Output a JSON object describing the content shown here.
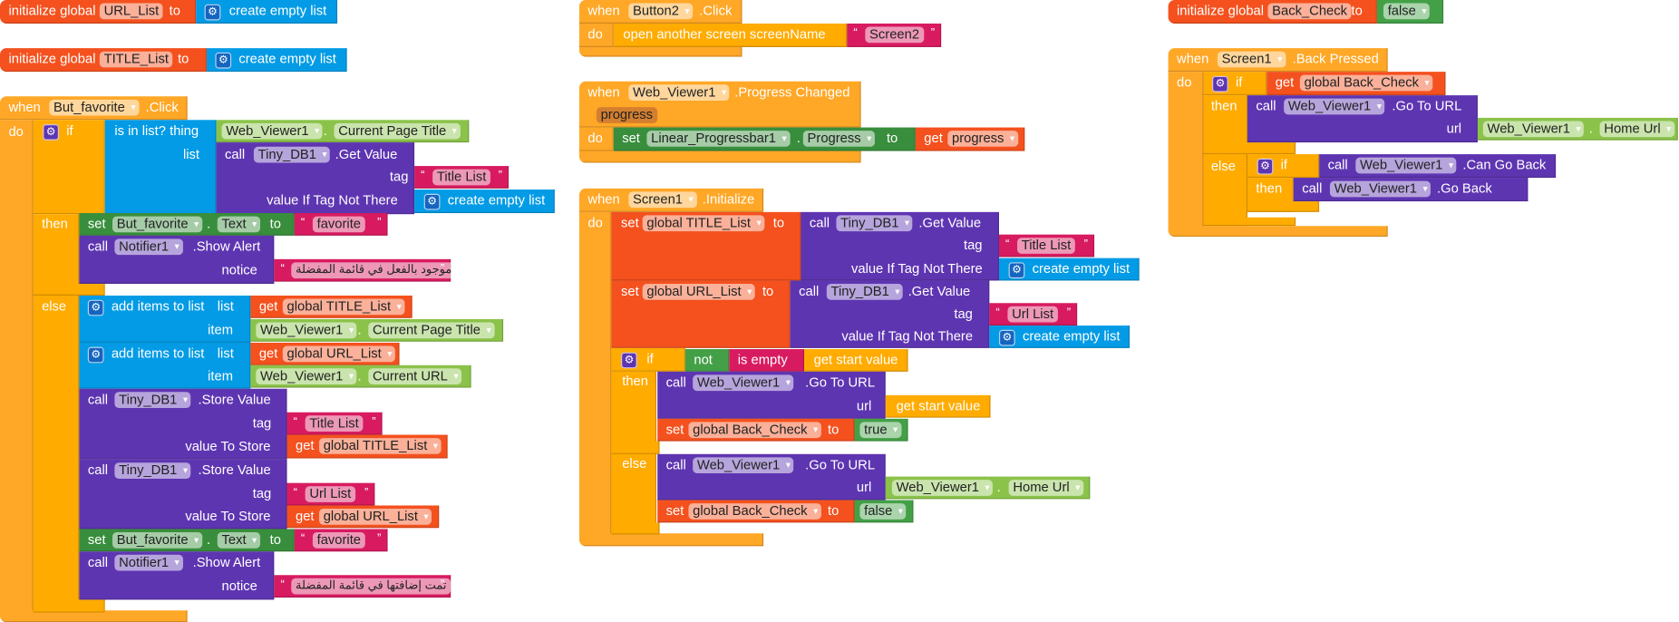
{
  "dot": ".",
  "init_url": {
    "label": "initialize global",
    "name": "URL_List",
    "to": "to",
    "value": "create empty list"
  },
  "init_title": {
    "label": "initialize global",
    "name": "TITLE_List",
    "to": "to",
    "value": "create empty list"
  },
  "init_back": {
    "label": "initialize global",
    "name": "Back_Check",
    "to": "to",
    "value": "false"
  },
  "fav": {
    "when": "when",
    "component": "But_favorite",
    "event": ".Click",
    "do": "do",
    "if": "if",
    "then": "then",
    "else": "else",
    "cond": {
      "label": "is in list? thing",
      "list": "list",
      "component": "Web_Viewer1",
      "property": "Current Page Title",
      "call": "call",
      "db": "Tiny_DB1",
      "method": ".Get Value",
      "tag": "tag",
      "tag_value": "Title List",
      "default_label": "value If Tag Not There",
      "default": "create empty list"
    },
    "set1": {
      "set": "set",
      "component": "But_favorite",
      "property": "Text",
      "to": "to",
      "value": "favorite"
    },
    "alert1": {
      "call": "call",
      "component": "Notifier1",
      "method": ".Show Alert",
      "notice": "notice",
      "message": "موجود بالفعل في قائمة المفضلة"
    },
    "add1": {
      "label": "add items to list",
      "list": "list",
      "item": "item",
      "get": "get",
      "var": "global TITLE_List",
      "component": "Web_Viewer1",
      "property": "Current Page Title"
    },
    "add2": {
      "label": "add items to list",
      "list": "list",
      "item": "item",
      "get": "get",
      "var": "global URL_List",
      "component": "Web_Viewer1",
      "property": "Current URL"
    },
    "store1": {
      "call": "call",
      "component": "Tiny_DB1",
      "method": ".Store Value",
      "tag": "tag",
      "tag_value": "Title List",
      "value_label": "value To Store",
      "get": "get",
      "var": "global TITLE_List"
    },
    "store2": {
      "call": "call",
      "component": "Tiny_DB1",
      "method": ".Store Value",
      "tag": "tag",
      "tag_value": "Url List",
      "value_label": "value To Store",
      "get": "get",
      "var": "global URL_List"
    },
    "set2": {
      "set": "set",
      "component": "But_favorite",
      "property": "Text",
      "to": "to",
      "value": "favorite"
    },
    "alert2": {
      "call": "call",
      "component": "Notifier1",
      "method": ".Show Alert",
      "notice": "notice",
      "message": "تمت إضافتها في قائمة المفضلة"
    }
  },
  "btn2": {
    "when": "when",
    "component": "Button2",
    "event": ".Click",
    "do": "do",
    "action": "open another screen  screenName",
    "value": "Screen2"
  },
  "progress": {
    "when": "when",
    "component": "Web_Viewer1",
    "event": ".Progress Changed",
    "param": "progress",
    "do": "do",
    "set": "set",
    "target": "Linear_Progressbar1",
    "property": "Progress",
    "to": "to",
    "get": "get",
    "var": "progress"
  },
  "init": {
    "when": "when",
    "component": "Screen1",
    "event": ".Initialize",
    "do": "do",
    "set_title": {
      "set": "set",
      "var": "global TITLE_List",
      "to": "to",
      "call": "call",
      "db": "Tiny_DB1",
      "method": ".Get Value",
      "tag": "tag",
      "tag_value": "Title List",
      "default_label": "value If Tag Not There",
      "default": "create empty list"
    },
    "set_url": {
      "set": "set",
      "var": "global URL_List",
      "to": "to",
      "call": "call",
      "db": "Tiny_DB1",
      "method": ".Get Value",
      "tag": "tag",
      "tag_value": "Url List",
      "default_label": "value If Tag Not There",
      "default": "create empty list"
    },
    "if": "if",
    "not": "not",
    "is_empty": "is empty",
    "start": "get start value",
    "then": "then",
    "else": "else",
    "go1": {
      "call": "call",
      "component": "Web_Viewer1",
      "method": ".Go To URL",
      "url": "url",
      "value": "get start value"
    },
    "set_true": {
      "set": "set",
      "var": "global Back_Check",
      "to": "to",
      "value": "true"
    },
    "go2": {
      "call": "call",
      "component": "Web_Viewer1",
      "method": ".Go To URL",
      "url": "url",
      "getter_component": "Web_Viewer1",
      "getter_property": "Home Url"
    },
    "set_false": {
      "set": "set",
      "var": "global Back_Check",
      "to": "to",
      "value": "false"
    }
  },
  "back": {
    "when": "when",
    "component": "Screen1",
    "event": ".Back Pressed",
    "do": "do",
    "if": "if",
    "then": "then",
    "else": "else",
    "get": "get",
    "var": "global Back_Check",
    "go": {
      "call": "call",
      "component": "Web_Viewer1",
      "method": ".Go To URL",
      "url": "url",
      "getter_component": "Web_Viewer1",
      "getter_property": "Home Url"
    },
    "if2": "if",
    "then2": "then",
    "can": {
      "call": "call",
      "component": "Web_Viewer1",
      "method": ".Can Go Back"
    },
    "goback": {
      "call": "call",
      "component": "Web_Viewer1",
      "method": ".Go Back"
    }
  }
}
